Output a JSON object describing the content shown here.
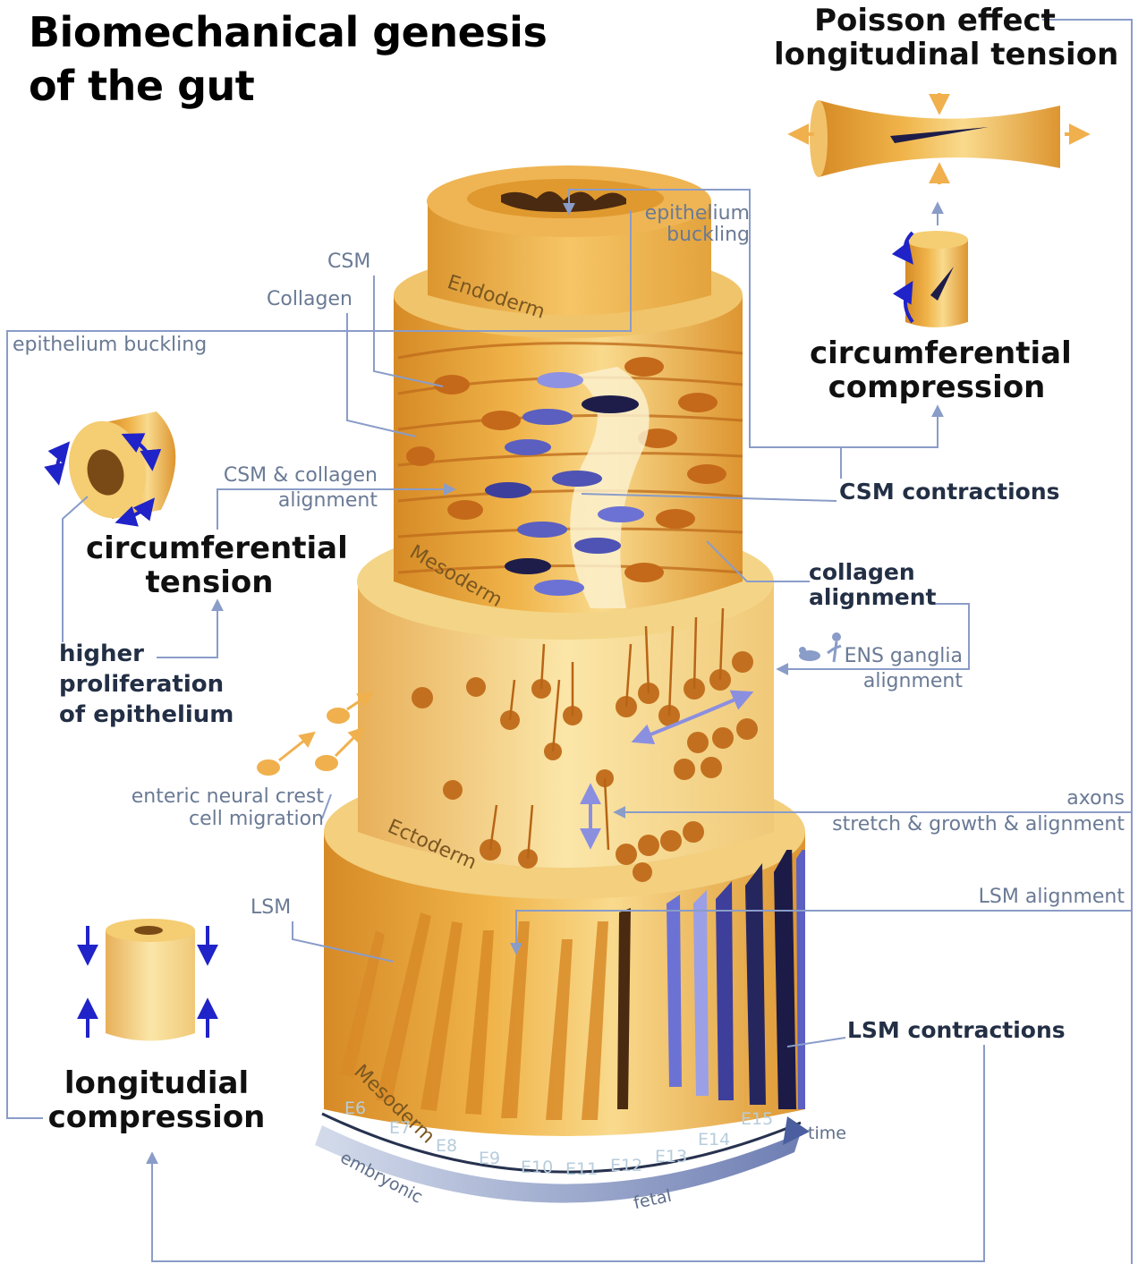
{
  "title_line1": "Biomechanical genesis",
  "title_line2": "of the gut",
  "labels": {
    "poisson_line1": "Poisson effect",
    "poisson_line2": "longitudinal tension",
    "epithelium_buckling_top_1": "epithelium",
    "epithelium_buckling_top_2": "buckling",
    "csm": "CSM",
    "collagen": "Collagen",
    "epithelium_buckling_left": "epithelium buckling",
    "csm_collagen_1": "CSM & collagen",
    "csm_collagen_2": "alignment",
    "circ_tension_1": "circumferential",
    "circ_tension_2": "tension",
    "higher_prolif_1": "higher",
    "higher_prolif_2": "proliferation",
    "higher_prolif_3": "of epithelium",
    "circ_compression_1": "circumferential",
    "circ_compression_2": "compression",
    "csm_contractions": "CSM contractions",
    "collagen_alignment_1": "collagen",
    "collagen_alignment_2": "alignment",
    "ens_ganglia_1": "ENS ganglia",
    "ens_ganglia_2": "alignment",
    "enteric_1": "enteric neural crest",
    "enteric_2": "cell migration",
    "axons": "axons",
    "stretch_growth": "stretch & growth & alignment",
    "lsm_alignment": "LSM alignment",
    "lsm": "LSM",
    "lsm_contractions": "LSM contractions",
    "long_comp_1": "longitudial",
    "long_comp_2": "compression",
    "time": "time",
    "embryonic": "embryonic",
    "fetal": "fetal"
  },
  "tissue_layers": {
    "endoderm": "Endoderm",
    "mesoderm_upper": "Mesoderm",
    "ectoderm": "Ectoderm",
    "mesoderm_lower": "Mesoderm"
  },
  "timeline_ticks": [
    "E6",
    "E7",
    "E8",
    "E9",
    "E10",
    "E11",
    "E12",
    "E13",
    "E14",
    "E15"
  ],
  "colors": {
    "gut_gold": "#e9a93a",
    "gut_light": "#f7d88a",
    "cell_brown": "#b9661c",
    "csm_blue": "#5a5fc0",
    "dark_navy": "#1e1d4a",
    "connector": "#8a9cc8",
    "arrow_blue": "#1f23c8"
  }
}
